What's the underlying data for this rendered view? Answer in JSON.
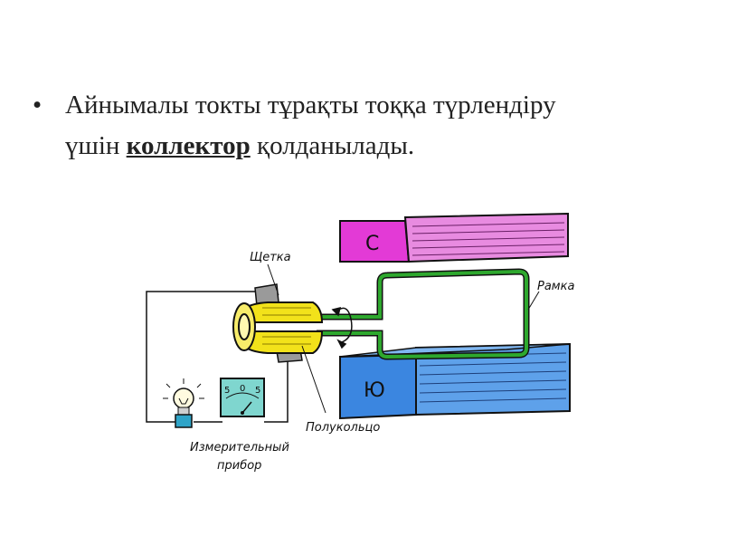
{
  "slide": {
    "bullet": "•",
    "text_line1": "Айнымалы токты тұрақты тоққа түрлендіру",
    "text_line2_prefix": "үшін ",
    "keyword": "коллектор",
    "text_line2_suffix": " қолданылады."
  },
  "diagram": {
    "label_brush": "Щетка",
    "label_frame": "Рамка",
    "label_half_ring": "Полукольцо",
    "label_meter_line1": "Измерительный",
    "label_meter_line2": "прибор",
    "pole_north": "С",
    "pole_south": "Ю",
    "meter_left": "5",
    "meter_zero": "0",
    "meter_right": "5",
    "colors": {
      "magnet_north": "#e33ad6",
      "magnet_south": "#3b86e0",
      "frame_wire": "#2ea82e",
      "collector": "#f2e21a",
      "meter_face": "#7fd6cf",
      "lamp_base": "#2fa4c8"
    }
  }
}
